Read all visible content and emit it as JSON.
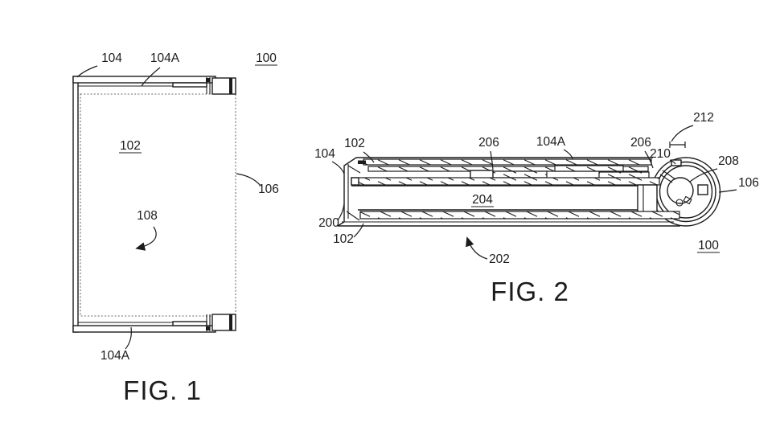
{
  "background": "#ffffff",
  "ink": "#1c1c1c",
  "fig1": {
    "caption": "FIG. 1",
    "labels": {
      "n104": "104",
      "n104a_top": "104A",
      "n100": "100",
      "n102": "102",
      "n106": "106",
      "n108": "108",
      "n104a_bottom": "104A"
    }
  },
  "fig2": {
    "caption": "FIG. 2",
    "labels": {
      "n104": "104",
      "n102_top": "102",
      "n206_left": "206",
      "n104a": "104A",
      "n206_right": "206",
      "n210": "210",
      "n212": "212",
      "n208": "208",
      "n106": "106",
      "n100": "100",
      "n200": "200",
      "n102_bottom": "102",
      "n204": "204",
      "n202": "202"
    }
  }
}
